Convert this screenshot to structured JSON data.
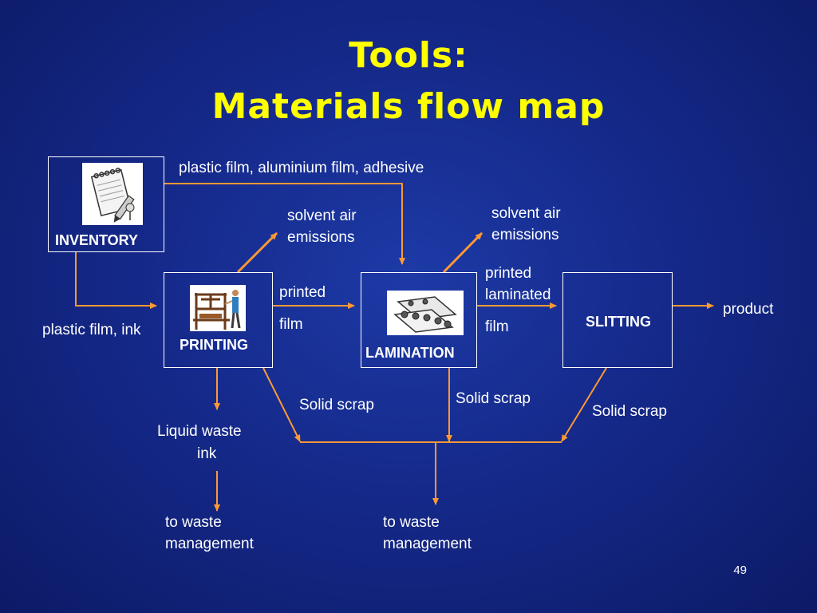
{
  "title": {
    "line1": "Tools:",
    "line2": "Materials flow map"
  },
  "nodes": {
    "inventory": "INVENTORY",
    "printing": "PRINTING",
    "lamination": "LAMINATION",
    "slitting": "SLITTING"
  },
  "labels": {
    "inputs_lamination": "plastic film, aluminium film, adhesive",
    "inputs_printing": "plastic film, ink",
    "emissions_printing_1": "solvent air",
    "emissions_printing_2": "emissions",
    "emissions_lamination_1": "solvent air",
    "emissions_lamination_2": "emissions",
    "printed_film_1": "printed",
    "printed_film_2": "film",
    "printed_laminated_1": "printed",
    "printed_laminated_2": "laminated",
    "printed_laminated_3": "film",
    "product": "product",
    "scrap_printing": "Solid scrap",
    "scrap_lamination": "Solid scrap",
    "scrap_slitting": "Solid scrap",
    "liquid_waste_1": "Liquid waste",
    "liquid_waste_2": "ink",
    "waste_left_1": "to waste",
    "waste_left_2": "management",
    "waste_center_1": "to waste",
    "waste_center_2": "management"
  },
  "icons": {
    "inventory": "notepad-pencil-icon",
    "printing": "printing-press-icon",
    "lamination": "conveyor-rollers-icon"
  },
  "colors": {
    "background": "#15298a",
    "title": "#ffff00",
    "arrow": "#ff9933",
    "text": "#ffffff"
  },
  "page_number": "49"
}
